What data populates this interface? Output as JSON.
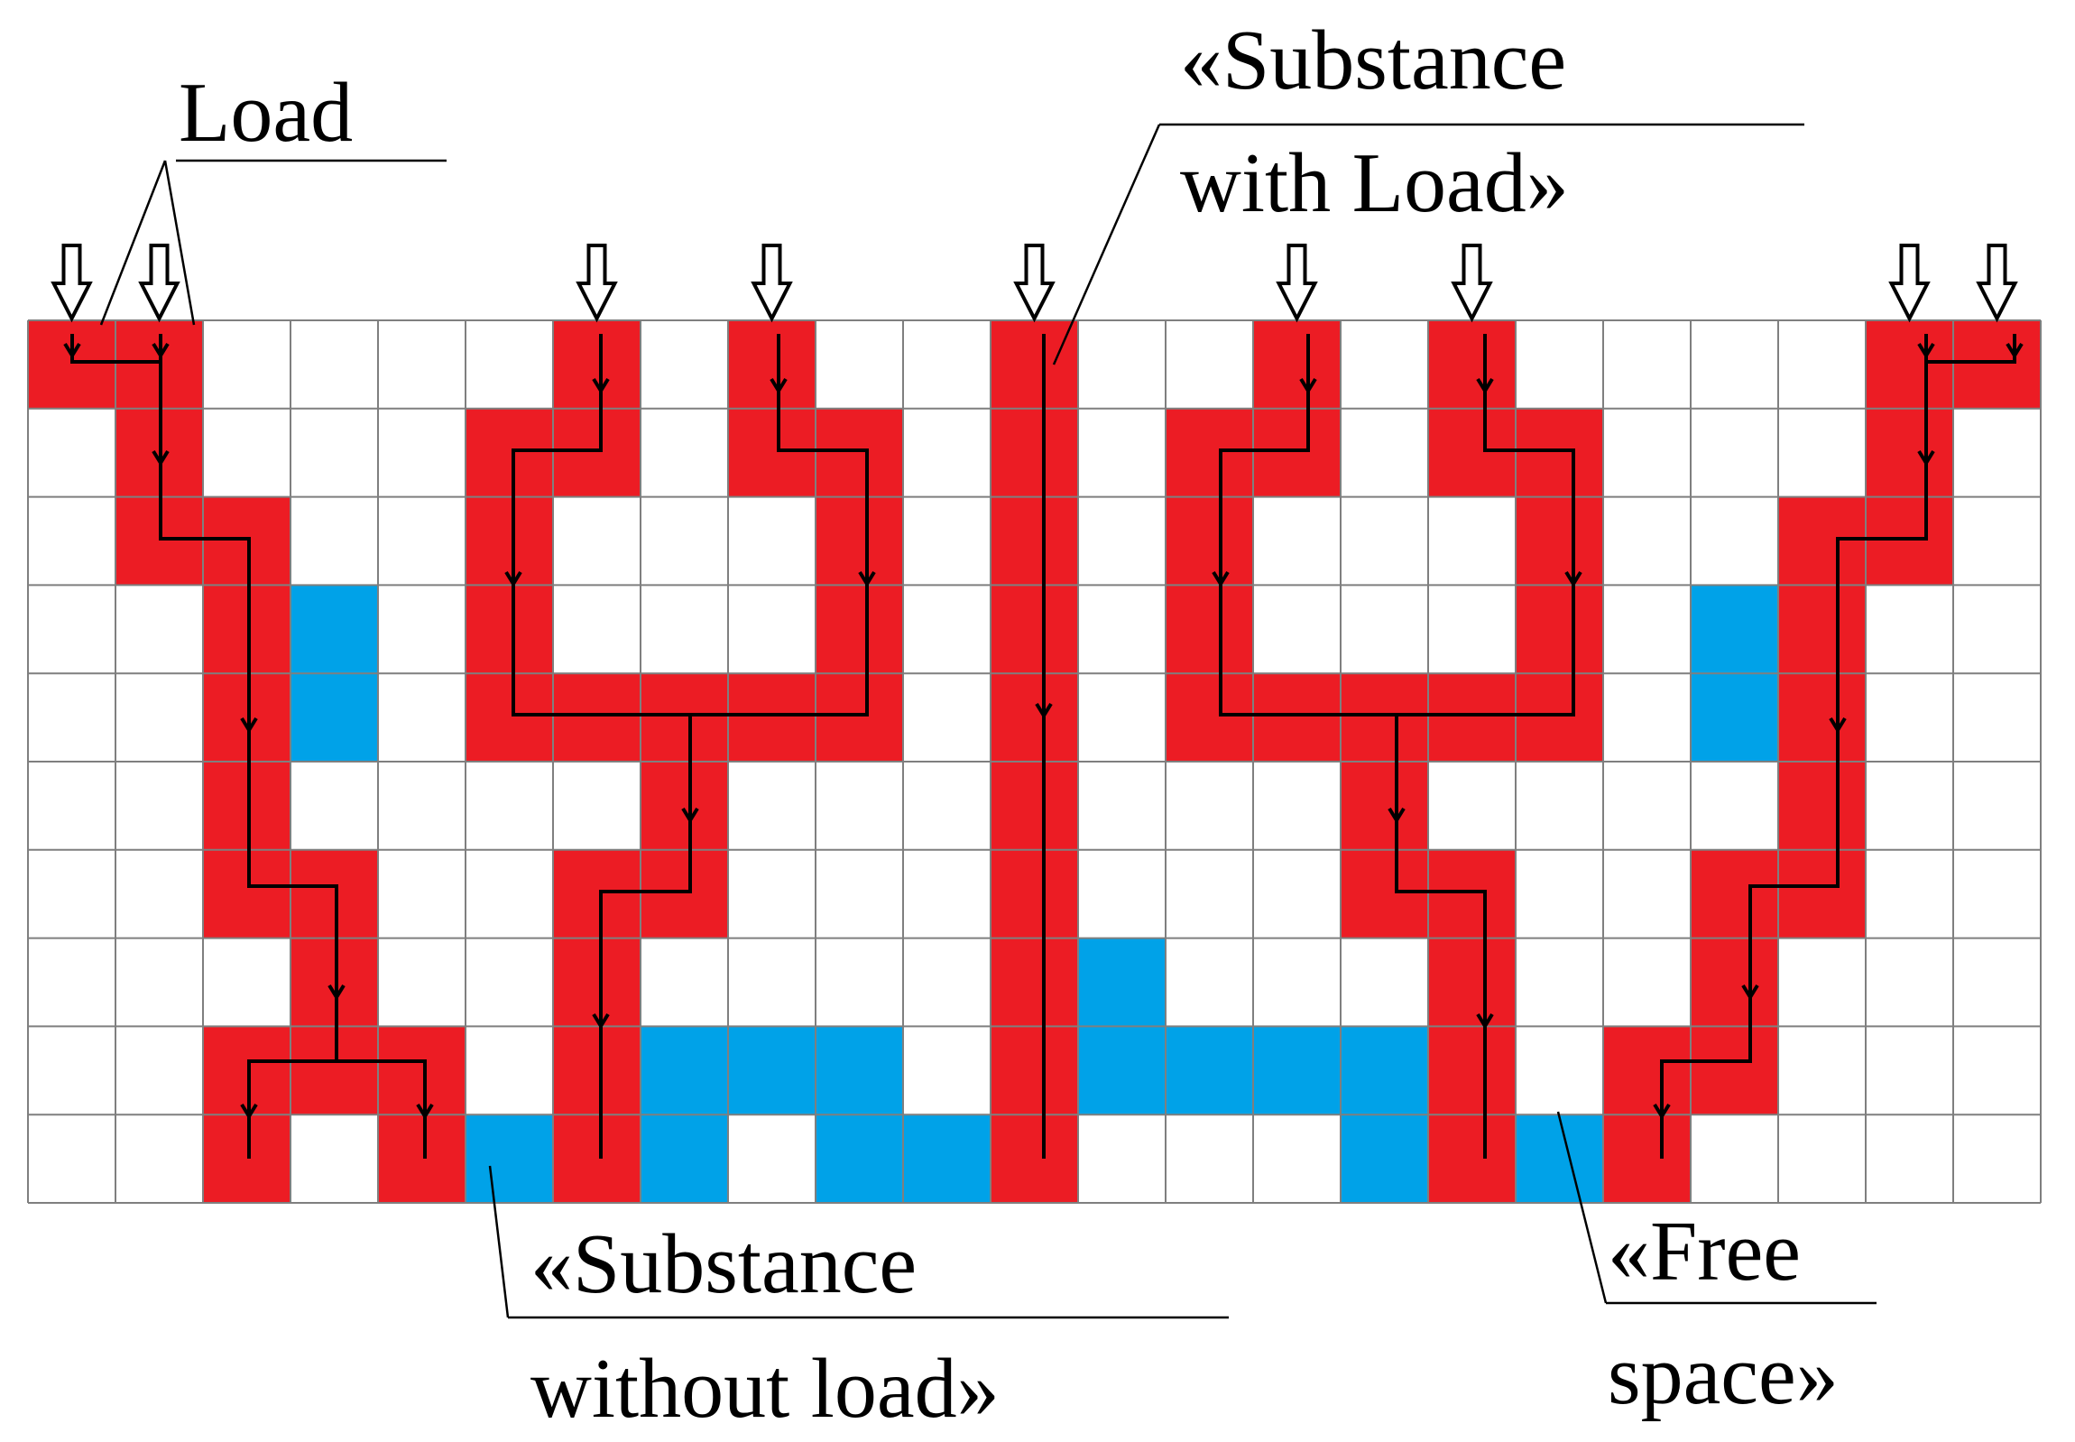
{
  "labels": {
    "load": "Load",
    "with_load_1": "«Substance",
    "with_load_2": "with Load»",
    "without_load_1": "«Substance",
    "without_load_2": "without load»",
    "free_1": "«Free",
    "free_2": "space»"
  },
  "colors": {
    "substance_with_load": "#ec1c24",
    "substance_without_load": "#00a2e8",
    "free_space": "#ffffff",
    "grid": "#7f7f7f",
    "path": "#000000"
  },
  "grid": {
    "columns": 23,
    "rows": 10
  },
  "cells": {
    "red": [
      [
        0,
        0
      ],
      [
        1,
        0
      ],
      [
        6,
        0
      ],
      [
        8,
        0
      ],
      [
        11,
        0
      ],
      [
        14,
        0
      ],
      [
        16,
        0
      ],
      [
        21,
        0
      ],
      [
        22,
        0
      ],
      [
        1,
        1
      ],
      [
        5,
        1
      ],
      [
        6,
        1
      ],
      [
        8,
        1
      ],
      [
        9,
        1
      ],
      [
        11,
        1
      ],
      [
        13,
        1
      ],
      [
        14,
        1
      ],
      [
        16,
        1
      ],
      [
        17,
        1
      ],
      [
        21,
        1
      ],
      [
        1,
        2
      ],
      [
        2,
        2
      ],
      [
        5,
        2
      ],
      [
        9,
        2
      ],
      [
        11,
        2
      ],
      [
        13,
        2
      ],
      [
        17,
        2
      ],
      [
        20,
        2
      ],
      [
        21,
        2
      ],
      [
        2,
        3
      ],
      [
        5,
        3
      ],
      [
        9,
        3
      ],
      [
        11,
        3
      ],
      [
        13,
        3
      ],
      [
        17,
        3
      ],
      [
        20,
        3
      ],
      [
        2,
        4
      ],
      [
        5,
        4
      ],
      [
        6,
        4
      ],
      [
        7,
        4
      ],
      [
        8,
        4
      ],
      [
        9,
        4
      ],
      [
        11,
        4
      ],
      [
        13,
        4
      ],
      [
        14,
        4
      ],
      [
        15,
        4
      ],
      [
        16,
        4
      ],
      [
        17,
        4
      ],
      [
        20,
        4
      ],
      [
        2,
        5
      ],
      [
        7,
        5
      ],
      [
        11,
        5
      ],
      [
        15,
        5
      ],
      [
        20,
        5
      ],
      [
        2,
        6
      ],
      [
        3,
        6
      ],
      [
        6,
        6
      ],
      [
        7,
        6
      ],
      [
        11,
        6
      ],
      [
        15,
        6
      ],
      [
        16,
        6
      ],
      [
        19,
        6
      ],
      [
        20,
        6
      ],
      [
        3,
        7
      ],
      [
        6,
        7
      ],
      [
        11,
        7
      ],
      [
        16,
        7
      ],
      [
        19,
        7
      ],
      [
        2,
        8
      ],
      [
        3,
        8
      ],
      [
        4,
        8
      ],
      [
        6,
        8
      ],
      [
        11,
        8
      ],
      [
        16,
        8
      ],
      [
        18,
        8
      ],
      [
        19,
        8
      ],
      [
        2,
        9
      ],
      [
        4,
        9
      ],
      [
        6,
        9
      ],
      [
        11,
        9
      ],
      [
        16,
        9
      ],
      [
        18,
        9
      ]
    ],
    "blue": [
      [
        3,
        3
      ],
      [
        19,
        3
      ],
      [
        3,
        4
      ],
      [
        19,
        4
      ],
      [
        12,
        7
      ],
      [
        7,
        8
      ],
      [
        8,
        8
      ],
      [
        9,
        8
      ],
      [
        12,
        8
      ],
      [
        13,
        8
      ],
      [
        14,
        8
      ],
      [
        15,
        8
      ],
      [
        5,
        9
      ],
      [
        7,
        9
      ],
      [
        9,
        9
      ],
      [
        10,
        9
      ],
      [
        15,
        9
      ],
      [
        17,
        9
      ]
    ]
  },
  "load_columns": [
    0,
    1,
    6,
    8,
    11,
    14,
    16,
    21,
    22
  ]
}
